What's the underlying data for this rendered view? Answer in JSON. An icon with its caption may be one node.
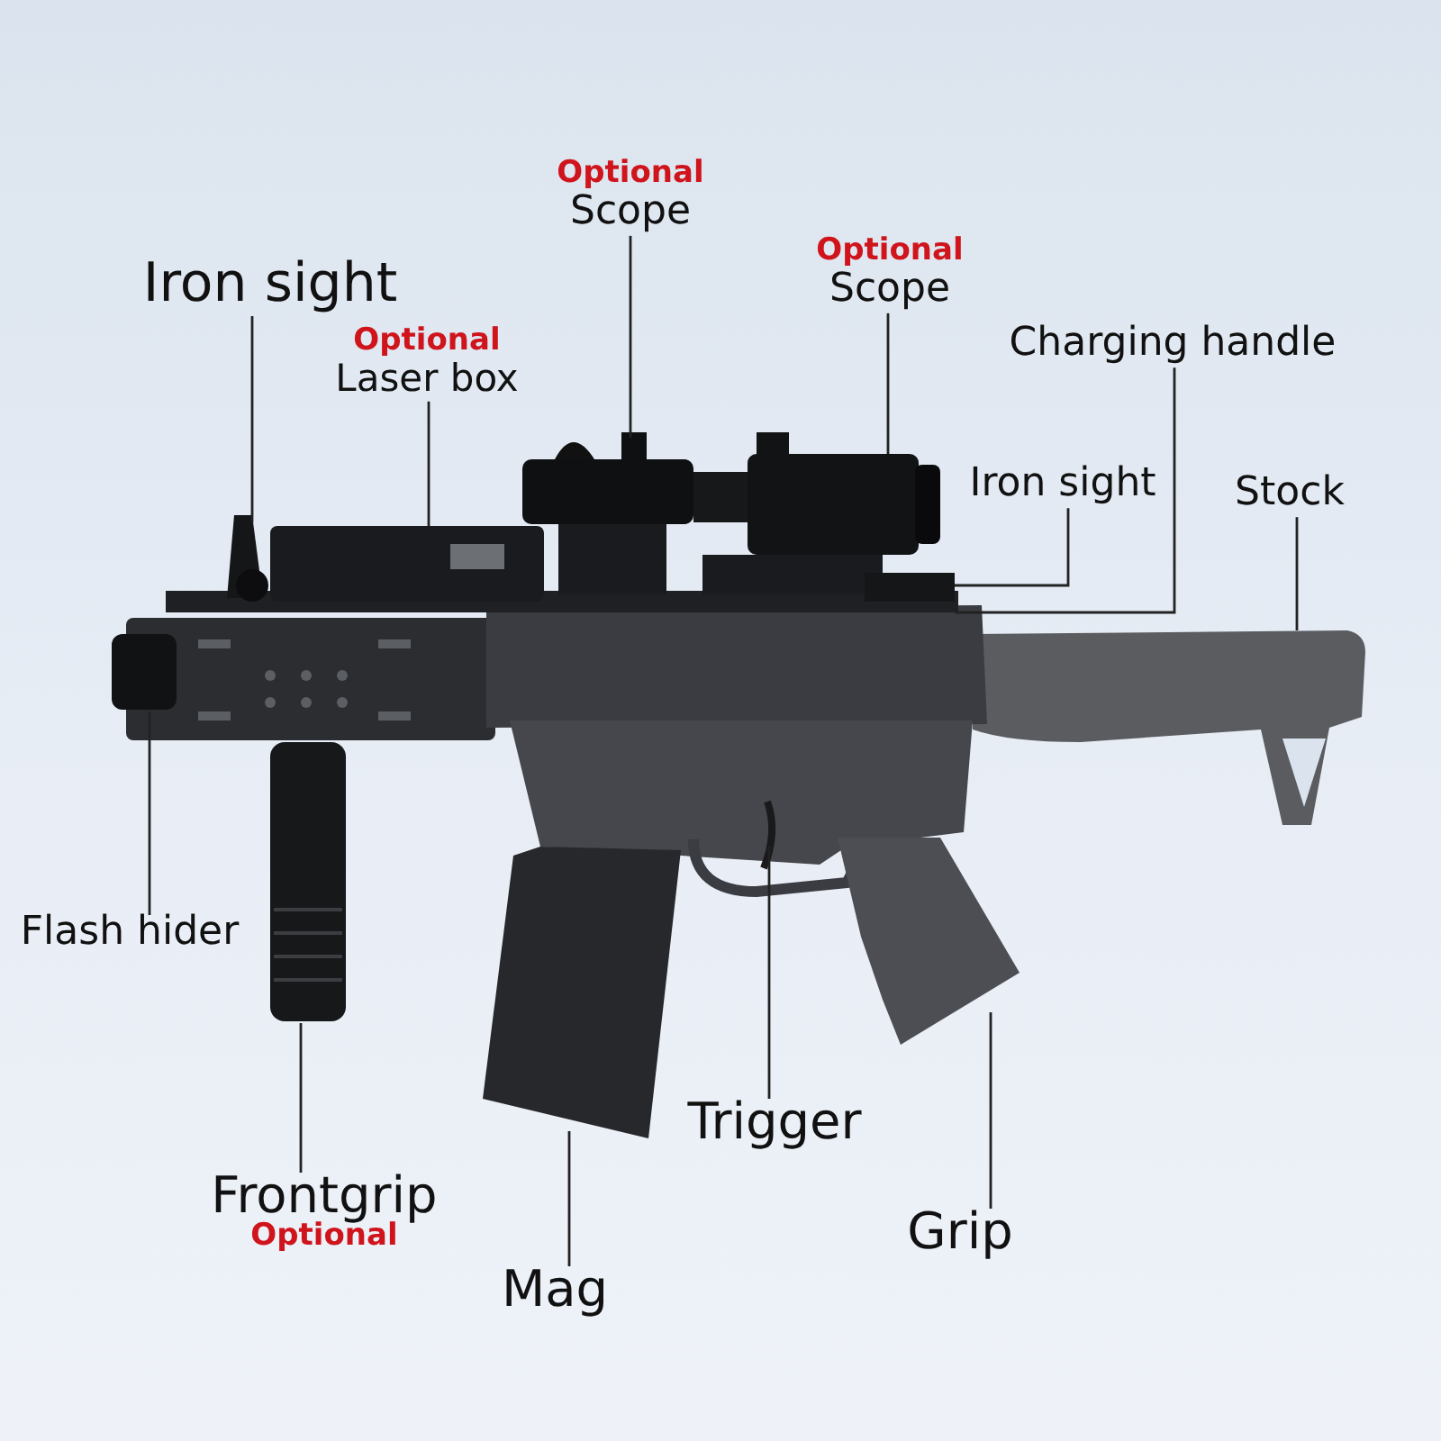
{
  "diagram": {
    "nodes": [
      {
        "text": [
          "Iron sight"
        ]
      },
      {
        "text": [
          "Optional",
          "Laser box"
        ]
      },
      {
        "text": [
          "Optional",
          "Scope"
        ]
      },
      {
        "text": [
          "Optional",
          "Scope"
        ]
      },
      {
        "text": [
          "Charging handle"
        ]
      },
      {
        "text": [
          "Iron sight"
        ]
      },
      {
        "text": [
          "Stock"
        ]
      },
      {
        "text": [
          "Flash hider"
        ]
      },
      {
        "text": [
          "Frontgrip",
          "Optional"
        ]
      },
      {
        "text": [
          "Mag"
        ]
      },
      {
        "text": [
          "Trigger"
        ]
      },
      {
        "text": [
          "Grip"
        ]
      }
    ],
    "edges": [
      {
        "from": 0,
        "to": null,
        "arrow": "none"
      },
      {
        "from": 1,
        "to": null,
        "arrow": "none"
      },
      {
        "from": 2,
        "to": null,
        "arrow": "none"
      },
      {
        "from": 3,
        "to": null,
        "arrow": "none"
      },
      {
        "from": 4,
        "to": null,
        "arrow": "none"
      },
      {
        "from": 5,
        "to": null,
        "arrow": "none"
      },
      {
        "from": 6,
        "to": null,
        "arrow": "none"
      },
      {
        "from": 7,
        "to": null,
        "arrow": "none"
      },
      {
        "from": 8,
        "to": null,
        "arrow": "none"
      },
      {
        "from": 9,
        "to": null,
        "arrow": "none"
      },
      {
        "from": 10,
        "to": null,
        "arrow": "none"
      },
      {
        "from": 11,
        "to": null,
        "arrow": "none"
      }
    ]
  }
}
